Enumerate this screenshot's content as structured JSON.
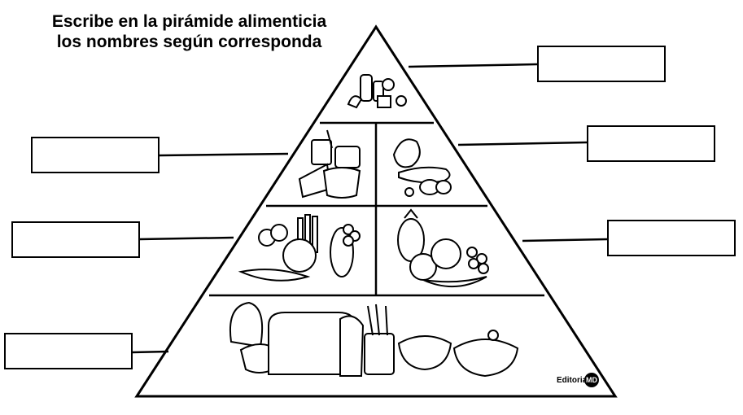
{
  "worksheet": {
    "title_line1": "Escribe en la pirámide alimenticia",
    "title_line2": "los nombres según corresponda",
    "brand_text": "Editorial",
    "brand_logo": "MD"
  },
  "answer_boxes": [
    {
      "id": "top-right",
      "value": ""
    },
    {
      "id": "middle-left",
      "value": ""
    },
    {
      "id": "middle-right",
      "value": ""
    },
    {
      "id": "lower-left",
      "value": ""
    },
    {
      "id": "lower-right",
      "value": ""
    },
    {
      "id": "base-left",
      "value": ""
    }
  ],
  "icons": [
    "fats-sweets-icon",
    "dairy-icon",
    "meat-fish-eggs-icon",
    "vegetables-icon",
    "fruits-icon",
    "grains-bread-icon"
  ],
  "colors": {
    "ink": "#000000",
    "paper": "#ffffff"
  }
}
